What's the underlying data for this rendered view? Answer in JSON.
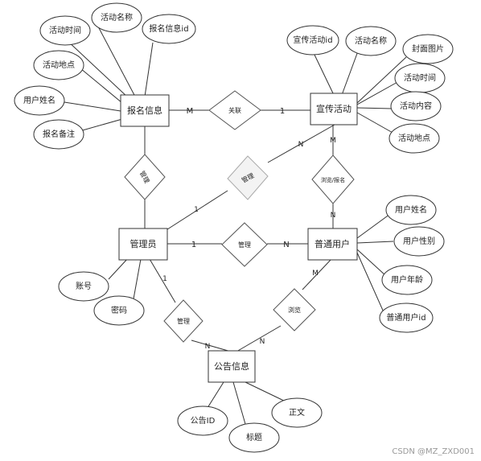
{
  "entities": {
    "signup": "报名信息",
    "promo": "宣传活动",
    "admin": "管理员",
    "user": "普通用户",
    "notice": "公告信息"
  },
  "relations": {
    "signup_promo": "关联",
    "signup_admin": "管理",
    "admin_promo": "管理",
    "promo_user": "浏览/报名",
    "admin_user": "管理",
    "admin_notice": "管理",
    "user_notice": "浏览"
  },
  "attributes": {
    "signup": [
      "活动时间",
      "活动名称",
      "报名信息id",
      "活动地点",
      "用户姓名",
      "报名备注"
    ],
    "promo": [
      "宣传活动id",
      "活动名称",
      "封面图片",
      "活动时间",
      "活动内容",
      "活动地点"
    ],
    "user": [
      "用户姓名",
      "用户性别",
      "用户年龄",
      "普通用户id"
    ],
    "admin": [
      "账号",
      "密码"
    ],
    "notice": [
      "公告ID",
      "标题",
      "正文"
    ]
  },
  "cardinalities": {
    "signup_promo_left": "M",
    "signup_promo_right": "1",
    "admin_promo_admin": "1",
    "admin_promo_promo": "N",
    "promo_user_promo": "M",
    "promo_user_user": "N",
    "admin_user_admin": "1",
    "admin_user_user": "N",
    "admin_notice_admin": "1",
    "admin_notice_notice": "N",
    "user_notice_user": "M",
    "user_notice_notice": "N"
  },
  "watermark": "CSDN @MZ_ZXD001"
}
